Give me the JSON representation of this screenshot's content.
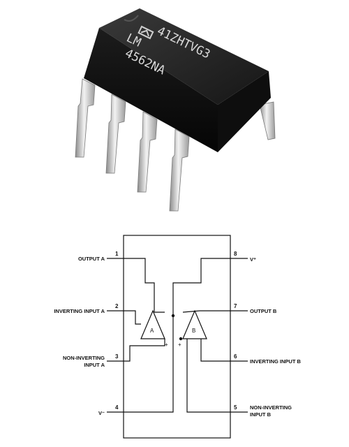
{
  "chip": {
    "marking_line1": "41ZHTVG3",
    "marking_line2": "LM",
    "marking_line3": "4562NA",
    "logo": "national-semiconductor-logo"
  },
  "diagram": {
    "pins": {
      "p1": {
        "number": "1",
        "label": "OUTPUT A"
      },
      "p2": {
        "number": "2",
        "label": "INVERTING INPUT A"
      },
      "p3": {
        "number": "3",
        "label_line1": "NON-INVERTING",
        "label_line2": "INPUT A"
      },
      "p4": {
        "number": "4",
        "label": "V⁻"
      },
      "p5": {
        "number": "5",
        "label_line1": "NON-INVERTING",
        "label_line2": "INPUT B"
      },
      "p6": {
        "number": "6",
        "label": "INVERTING INPUT B"
      },
      "p7": {
        "number": "7",
        "label": "OUTPUT B"
      },
      "p8": {
        "number": "8",
        "label": "V⁺"
      }
    },
    "amp_a": {
      "name": "A",
      "minus": "−",
      "plus": "+"
    },
    "amp_b": {
      "name": "B",
      "minus": "−",
      "plus": "+"
    }
  }
}
